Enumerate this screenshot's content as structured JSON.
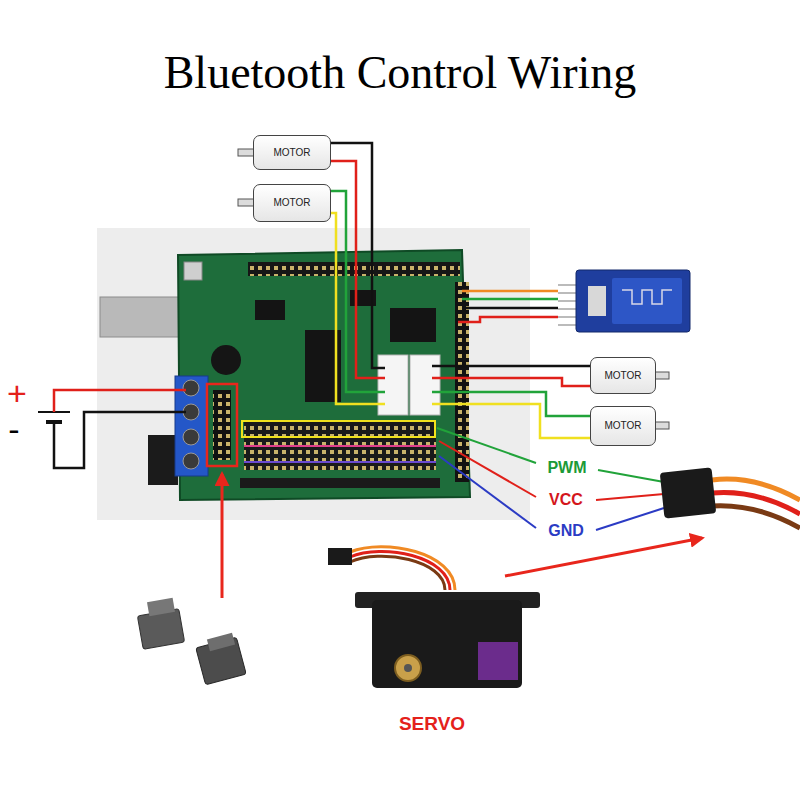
{
  "diagram": {
    "title": "Bluetooth Control Wiring",
    "nodes": [
      {
        "text": [
          "MOTOR"
        ]
      },
      {
        "text": [
          "MOTOR"
        ]
      },
      {
        "text": [
          "MOTOR"
        ]
      },
      {
        "text": [
          "MOTOR"
        ]
      }
    ],
    "labels": [
      "+",
      "-",
      "PWM",
      "VCC",
      "GND",
      "SERVO"
    ]
  }
}
